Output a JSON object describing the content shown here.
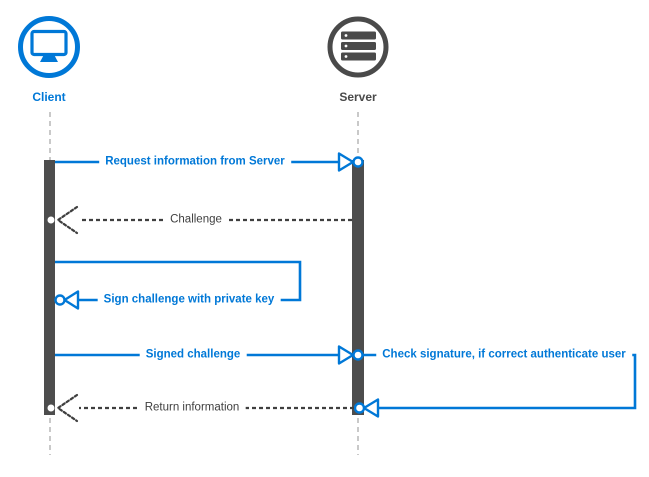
{
  "diagram": {
    "type": "sequence-diagram",
    "actors": [
      {
        "id": "client",
        "label": "Client",
        "icon": "monitor-icon",
        "color": "#0078D7"
      },
      {
        "id": "server",
        "label": "Server",
        "icon": "server-stack-icon",
        "color": "#4A4A4A"
      }
    ],
    "messages": [
      {
        "from": "client",
        "to": "server",
        "label": "Request information from Server",
        "style": "solid-blue"
      },
      {
        "from": "server",
        "to": "client",
        "label": "Challenge",
        "style": "dashed-gray"
      },
      {
        "from": "client",
        "to": "client",
        "label": "Sign challenge with private key",
        "style": "solid-blue-self"
      },
      {
        "from": "client",
        "to": "server",
        "label": "Signed challenge",
        "style": "solid-blue"
      },
      {
        "from": "server",
        "to": "server",
        "label": "Check signature, if correct authenticate user",
        "style": "solid-blue-self"
      },
      {
        "from": "server",
        "to": "client",
        "label": "Return information",
        "style": "dashed-gray"
      }
    ],
    "colors": {
      "blue": "#0078D7",
      "dark_gray": "#4A4A4A",
      "activation_bar": "#4D4D4D",
      "lifeline": "#C9C9C9",
      "gray_text": "#3F3F3F"
    }
  }
}
